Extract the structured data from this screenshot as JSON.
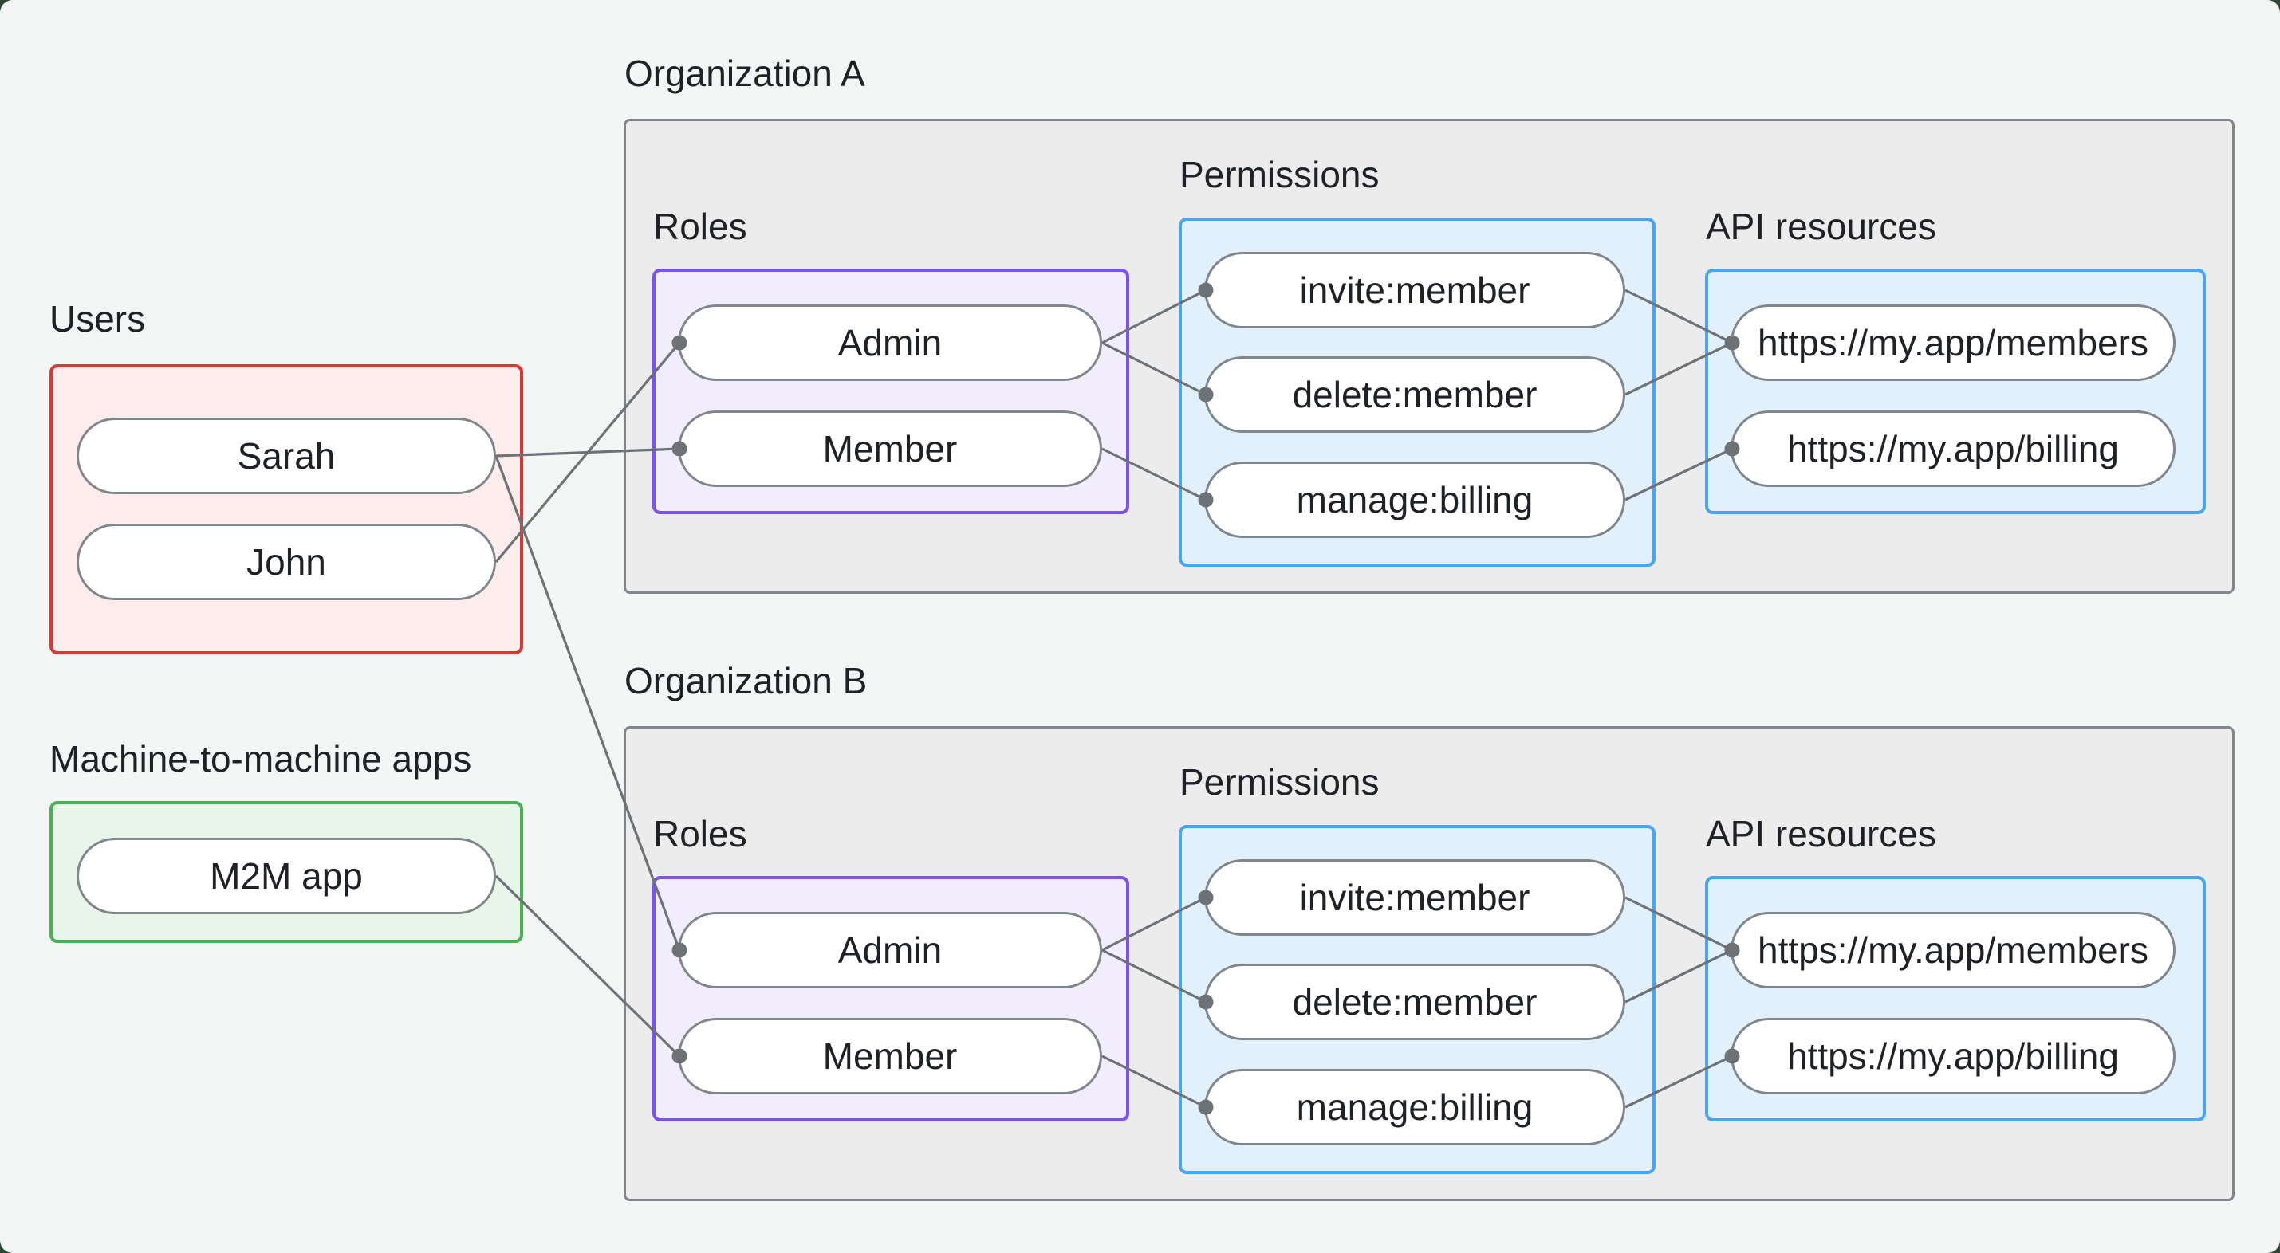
{
  "users_section": {
    "label": "Users",
    "items": [
      {
        "id": "sarah",
        "label": "Sarah"
      },
      {
        "id": "john",
        "label": "John"
      }
    ]
  },
  "m2m_section": {
    "label": "Machine-to-machine apps",
    "items": [
      {
        "id": "m2m_app",
        "label": "M2M app"
      }
    ]
  },
  "organizations": [
    {
      "label": "Organization A",
      "roles": {
        "label": "Roles",
        "items": [
          {
            "id": "orgA_admin",
            "label": "Admin"
          },
          {
            "id": "orgA_member",
            "label": "Member"
          }
        ]
      },
      "permissions": {
        "label": "Permissions",
        "items": [
          {
            "id": "orgA_invite",
            "label": "invite:member"
          },
          {
            "id": "orgA_delete",
            "label": "delete:member"
          },
          {
            "id": "orgA_manage",
            "label": "manage:billing"
          }
        ]
      },
      "api_resources": {
        "label": "API resources",
        "items": [
          {
            "id": "orgA_members",
            "label": "https://my.app/members"
          },
          {
            "id": "orgA_billing",
            "label": "https://my.app/billing"
          }
        ]
      }
    },
    {
      "label": "Organization B",
      "roles": {
        "label": "Roles",
        "items": [
          {
            "id": "orgB_admin",
            "label": "Admin"
          },
          {
            "id": "orgB_member",
            "label": "Member"
          }
        ]
      },
      "permissions": {
        "label": "Permissions",
        "items": [
          {
            "id": "orgB_invite",
            "label": "invite:member"
          },
          {
            "id": "orgB_delete",
            "label": "delete:member"
          },
          {
            "id": "orgB_manage",
            "label": "manage:billing"
          }
        ]
      },
      "api_resources": {
        "label": "API resources",
        "items": [
          {
            "id": "orgB_members",
            "label": "https://my.app/members"
          },
          {
            "id": "orgB_billing",
            "label": "https://my.app/billing"
          }
        ]
      }
    }
  ],
  "connections": [
    {
      "from": "john",
      "to": "orgA_admin"
    },
    {
      "from": "sarah",
      "to": "orgA_member"
    },
    {
      "from": "orgA_admin",
      "to": "orgA_invite"
    },
    {
      "from": "orgA_admin",
      "to": "orgA_delete"
    },
    {
      "from": "orgA_member",
      "to": "orgA_manage"
    },
    {
      "from": "orgA_invite",
      "to": "orgA_members"
    },
    {
      "from": "orgA_delete",
      "to": "orgA_members"
    },
    {
      "from": "orgA_manage",
      "to": "orgA_billing"
    },
    {
      "from": "sarah",
      "to": "orgB_admin"
    },
    {
      "from": "m2m_app",
      "to": "orgB_member"
    },
    {
      "from": "orgB_admin",
      "to": "orgB_invite"
    },
    {
      "from": "orgB_admin",
      "to": "orgB_delete"
    },
    {
      "from": "orgB_member",
      "to": "orgB_manage"
    },
    {
      "from": "orgB_invite",
      "to": "orgB_members"
    },
    {
      "from": "orgB_delete",
      "to": "orgB_members"
    },
    {
      "from": "orgB_manage",
      "to": "orgB_billing"
    }
  ],
  "colors": {
    "page_background": "#f4f6f5",
    "org_box_fill": "#ececec",
    "org_box_border": "#80868c",
    "users_border": "#e23430",
    "users_fill": "#fcecec",
    "m2m_border": "#47b153",
    "m2m_fill": "#e8f6ea",
    "roles_border": "#7a52f4",
    "roles_fill": "#f2edfc",
    "permissions_border": "#4aa4f5",
    "permissions_fill": "#e2f0fc",
    "pill_border": "#7f868c",
    "connector": "#6d7277",
    "text": "#1e2226"
  }
}
